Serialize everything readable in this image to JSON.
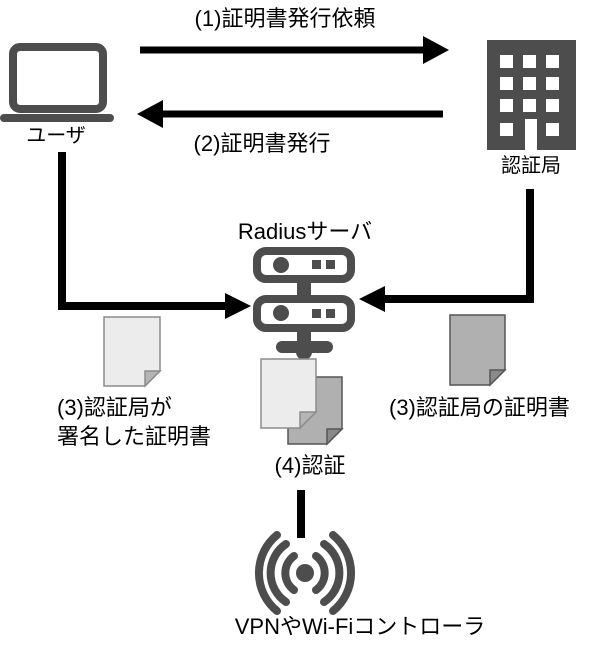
{
  "diagram": {
    "nodes": {
      "user": {
        "label": "ユーザ",
        "icon": "laptop-icon"
      },
      "certificate_authority": {
        "label": "認証局",
        "icon": "building-icon"
      },
      "radius_server": {
        "label": "Radiusサーバ",
        "icon": "server-stack-icon"
      },
      "network_controller": {
        "label": "VPNやWi-Fiコントローラ",
        "icon": "wireless-signal-icon"
      }
    },
    "edges": {
      "step1": {
        "label": "(1)証明書発行依頼",
        "from": "user",
        "to": "certificate_authority"
      },
      "step2": {
        "label": "(2)証明書発行",
        "from": "certificate_authority",
        "to": "user"
      },
      "step3_user": {
        "lines": [
          "(3)認証局が",
          "署名した証明書"
        ],
        "from": "user",
        "to": "radius_server",
        "icon": "document-light-icon"
      },
      "step3_ca": {
        "label": "(3)認証局の証明書",
        "from": "certificate_authority",
        "to": "radius_server",
        "icon": "document-gray-icon"
      },
      "step4": {
        "label": "(4)認証",
        "from": "radius_server",
        "to": "network_controller",
        "icon": "document-stack-icon"
      }
    },
    "colors": {
      "icon": "#4d4d4d",
      "line": "#000000",
      "text": "#000000",
      "background": "#ffffff",
      "doc_light": "#ececec",
      "doc_light_fold": "#b5b5b5",
      "doc_light_border": "#8c8c8c",
      "doc_gray": "#b0b0b0",
      "doc_gray_fold": "#8a8a8a",
      "doc_gray_border": "#555555"
    }
  }
}
